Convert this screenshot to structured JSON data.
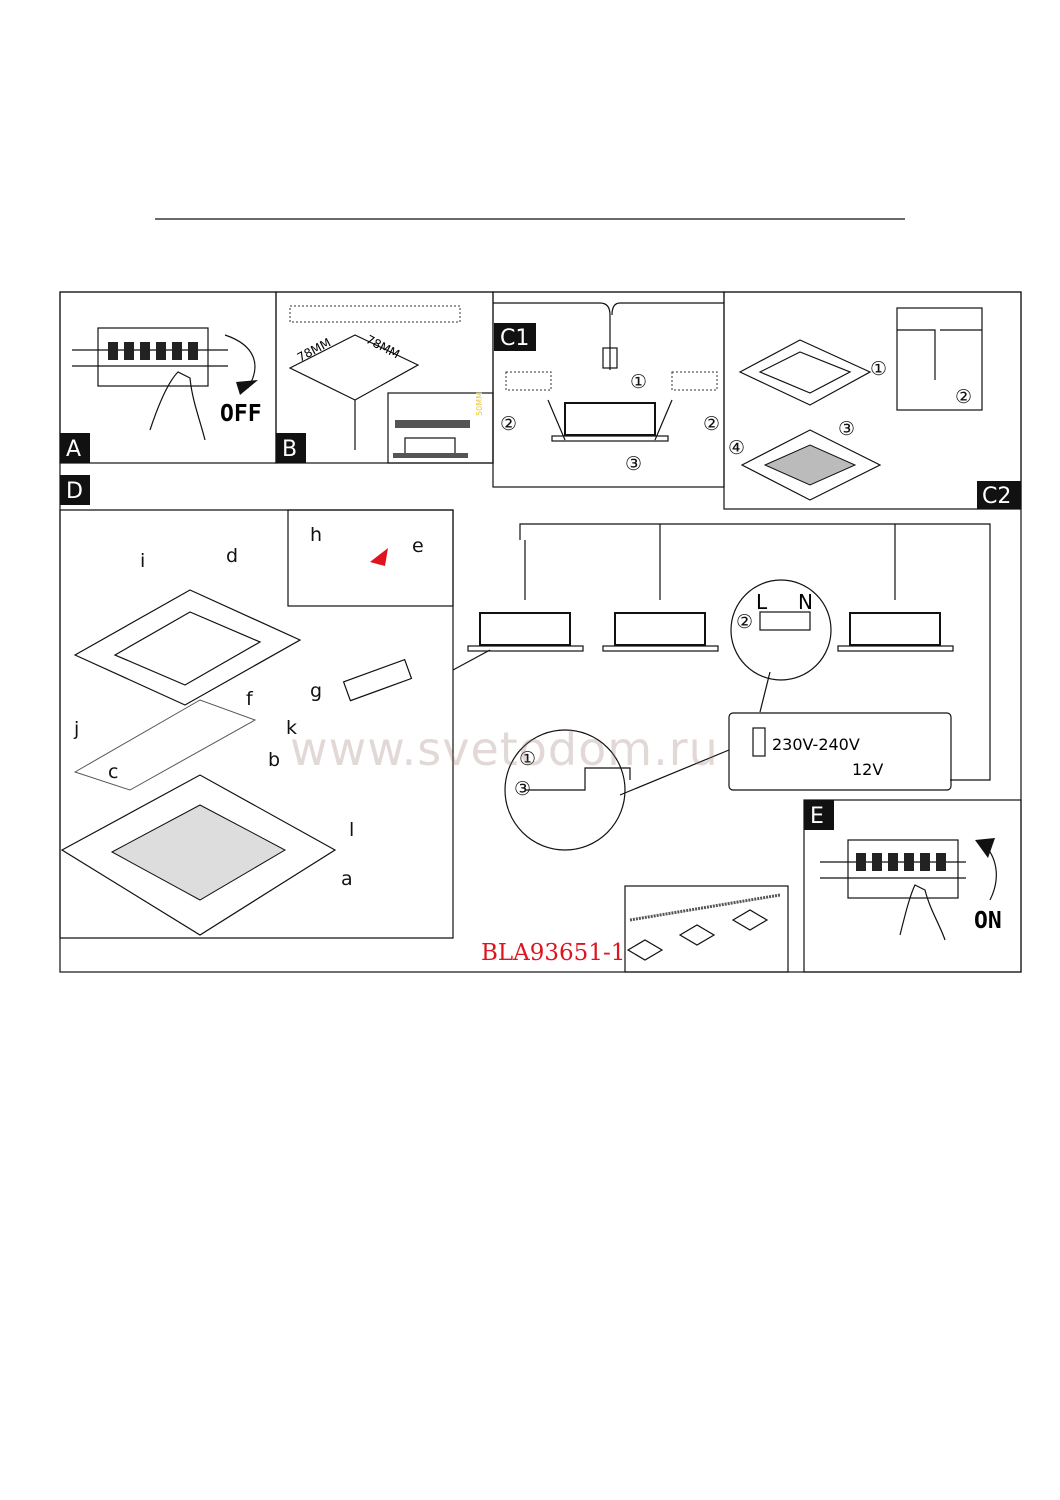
{
  "panels": {
    "a": {
      "label": "A",
      "text": "OFF"
    },
    "b": {
      "label": "B",
      "dim1": "78MM",
      "dim2": "78MM",
      "depth": "50MM"
    },
    "c1": {
      "label": "C1",
      "steps": [
        "①",
        "②",
        "②",
        "③"
      ]
    },
    "c2": {
      "label": "C2",
      "steps": [
        "①",
        "②",
        "③",
        "④"
      ]
    },
    "d": {
      "label": "D",
      "letters": [
        "i",
        "d",
        "h",
        "e",
        "f",
        "g",
        "j",
        "k",
        "b",
        "c",
        "l",
        "a"
      ],
      "steps": [
        "①",
        "③"
      ]
    },
    "wiring": {
      "step": "②",
      "live": "L",
      "neutral": "N",
      "input_voltage": "230V-240V",
      "output_voltage": "12V"
    },
    "e": {
      "label": "E",
      "text": "ON"
    }
  },
  "watermark": "www.svetodom.ru",
  "model_code": "BLA93651-1",
  "colors": {
    "frame": "#111111",
    "code": "#e0141e",
    "accent_arrow": "#e0141e"
  }
}
